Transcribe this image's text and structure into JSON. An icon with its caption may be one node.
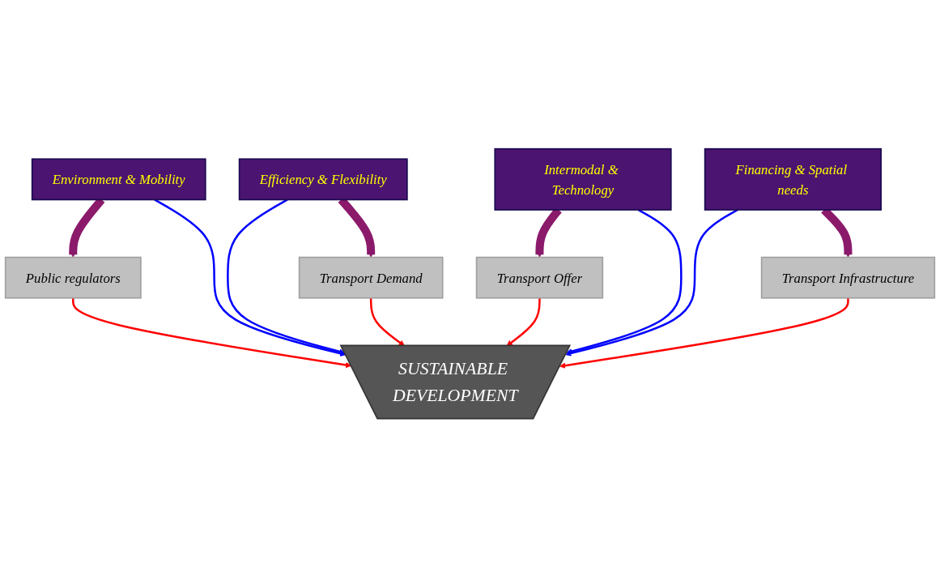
{
  "diagram": {
    "nodes": [
      {
        "text": [
          "Environment & Mobility"
        ]
      },
      {
        "text": [
          "Public regulators"
        ]
      },
      {
        "text": [
          "Efficiency & Flexibility"
        ]
      },
      {
        "text": [
          "Transport Offer"
        ]
      },
      {
        "text": [
          "SUSTAINABLE DEVELOPMENT"
        ]
      },
      {
        "text": [
          "Transport Demand"
        ]
      },
      {
        "text": [
          "Intermodal & Technology"
        ]
      },
      {
        "text": [
          "Transport Infrastructure"
        ]
      },
      {
        "text": [
          "Financing & Spatial needs"
        ]
      }
    ],
    "edges": [
      {
        "from": 0,
        "to": 1,
        "arrow": "to",
        "style": "thick",
        "color": "#8b1a6b"
      },
      {
        "from": 0,
        "to": 4,
        "arrow": "to",
        "color": "#0000ff"
      },
      {
        "from": 1,
        "to": 4,
        "arrow": "to",
        "color": "#ff0000"
      },
      {
        "from": 2,
        "to": 4,
        "arrow": "to",
        "color": "#0000ff"
      },
      {
        "from": 2,
        "to": 5,
        "arrow": "to",
        "style": "thick",
        "color": "#8b1a6b"
      },
      {
        "from": 3,
        "to": 4,
        "arrow": "to",
        "color": "#ff0000"
      },
      {
        "from": 5,
        "to": 4,
        "arrow": "to",
        "color": "#ff0000"
      },
      {
        "from": 6,
        "to": 3,
        "arrow": "to",
        "style": "thick",
        "color": "#8b1a6b"
      },
      {
        "from": 6,
        "to": 4,
        "arrow": "to",
        "color": "#0000ff"
      },
      {
        "from": 7,
        "to": 4,
        "arrow": "to",
        "color": "#ff0000"
      },
      {
        "from": 8,
        "to": 4,
        "arrow": "to",
        "color": "#0000ff"
      },
      {
        "from": 8,
        "to": 7,
        "arrow": "to",
        "style": "thick",
        "color": "#8b1a6b"
      }
    ]
  }
}
